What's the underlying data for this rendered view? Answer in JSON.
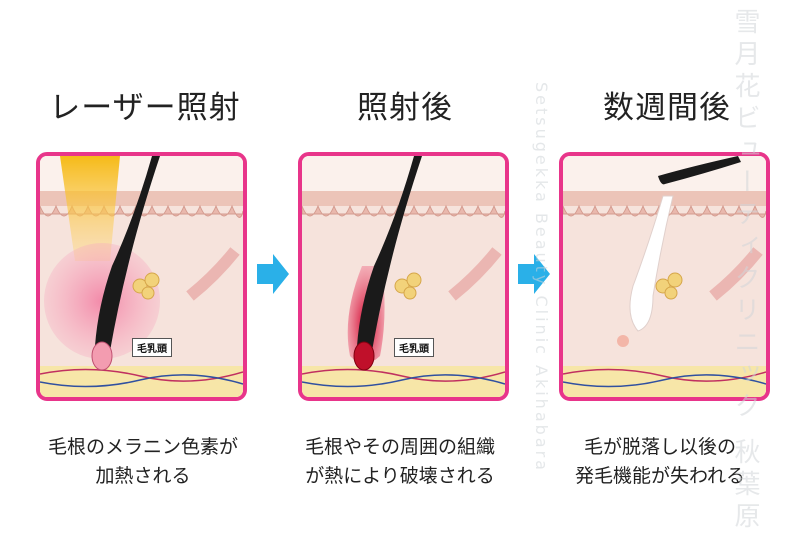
{
  "stages": [
    {
      "title": "レーザー照射",
      "label": "毛乳頭",
      "caption_lines": [
        "毛根のメラニン色素が",
        "加熱される"
      ]
    },
    {
      "title": "照射後",
      "label": "毛乳頭",
      "caption_lines": [
        "毛根やその周囲の組織",
        "が熱により破壊される"
      ]
    },
    {
      "title": "数週間後",
      "caption_lines": [
        "毛が脱落し以後の",
        "発毛機能が失われる"
      ]
    }
  ],
  "watermark": {
    "jp": "雪月花ビューティクリニック 秋葉原",
    "en": "Setsugekka Beauty Clinic Akihabara"
  },
  "colors": {
    "frame": "#e8358a",
    "arrow": "#2ab0e8",
    "hair": "#1a1a1a",
    "heat": "#e0103a",
    "skin": "#f6e3dc",
    "fat": "#f7e6a8"
  },
  "icons": [
    "arrow-right-icon",
    "arrow-right-icon"
  ]
}
